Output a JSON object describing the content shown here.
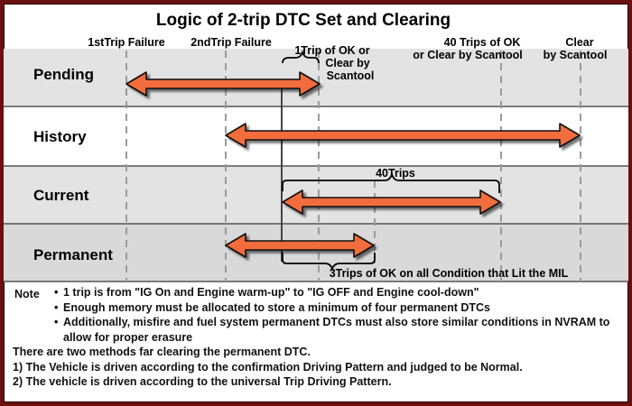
{
  "title": "Logic of 2-trip DTC Set and Clearing",
  "headers": [
    {
      "id": "first-trip-failure",
      "text": "1stTrip Failure"
    },
    {
      "id": "second-trip-failure",
      "text": "2ndTrip Failure"
    },
    {
      "id": "one-trip-ok",
      "lines": [
        "1Trip of OK or",
        "Clear by",
        "Scantool"
      ]
    },
    {
      "id": "forty-trips-ok",
      "lines": [
        "40 Trips of OK",
        "or Clear by Scantool"
      ]
    },
    {
      "id": "clear-scantool",
      "lines": [
        "Clear",
        "by Scantool"
      ]
    }
  ],
  "rows": [
    {
      "id": "pending",
      "label": "Pending"
    },
    {
      "id": "history",
      "label": "History"
    },
    {
      "id": "current",
      "label": "Current",
      "brace_label": "40Trips"
    },
    {
      "id": "permanent",
      "label": "Permanent",
      "brace_label": "3Trips of OK on all Condition that Lit the MIL"
    }
  ],
  "notes": {
    "label": "Note",
    "bullets": [
      "1 trip is from \"IG On and Engine warm-up\" to \"IG OFF and Engine cool-down\"",
      "Enough memory must be allocated to store a minimum of four permanent DTCs",
      "Additionally, misfire and fuel system permanent DTCs must also store similar conditions in NVRAM to allow for proper erasure"
    ],
    "methods_intro": "There are two methods far clearing the permanent DTC.",
    "methods": [
      "1) The Vehicle is driven according to the confirmation Driving Pattern and judged to be Normal.",
      "2) The vehicle is driven according to the universal Trip Driving Pattern."
    ]
  },
  "colors": {
    "frame": "#6b0f0f",
    "arrow_fill": "#f26d3a",
    "arrow_stroke": "#111111",
    "band_grey": "#e3e3e3"
  }
}
